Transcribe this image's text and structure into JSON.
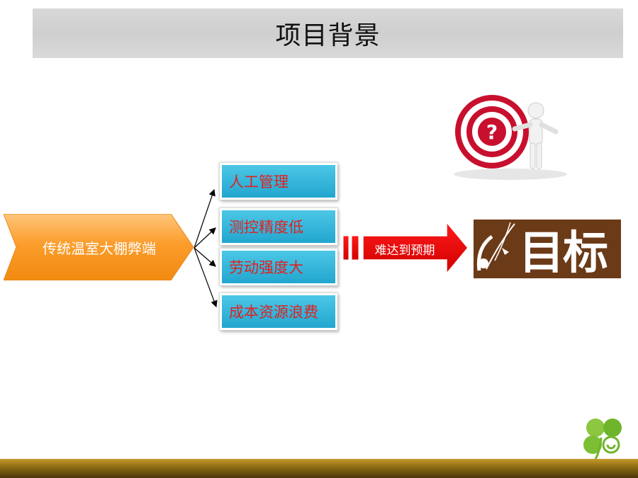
{
  "slide": {
    "title": "项目背景",
    "cause": "传统温室大棚弊端",
    "issues": [
      "人工管理",
      "测控精度低",
      "劳动强度大",
      "成本资源浪费"
    ],
    "outcome": "难达到预期",
    "goal": "目标"
  },
  "colors": {
    "title_bar": "#d6d6d6",
    "cause_fill": "#f7941d",
    "issue_fill": "#2bb0d8",
    "issue_text": "#e02020",
    "outcome_arrow": "#e60000",
    "goal_fill": "#6b3a17",
    "footer": "#8a6a12"
  },
  "icons": [
    "dartboard-question-icon",
    "clover-logo-icon"
  ]
}
